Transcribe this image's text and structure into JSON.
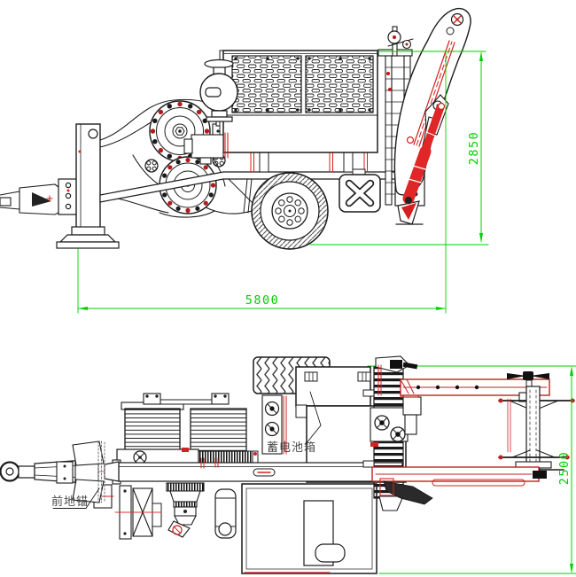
{
  "drawing": {
    "dimensions": {
      "overall_height": {
        "value": "2850"
      },
      "overall_length": {
        "value": "5800"
      },
      "overall_width": {
        "value": "2500"
      }
    },
    "labels": {
      "front_ground_anchor": "前地锚",
      "battery_box": "蓄电池箱"
    },
    "colors": {
      "linework": "#1c1c1c",
      "accent_red": "#d42020",
      "hydraulic_red": "#e02626",
      "dimension_green": "#00cf00",
      "background": "#ffffff"
    }
  }
}
